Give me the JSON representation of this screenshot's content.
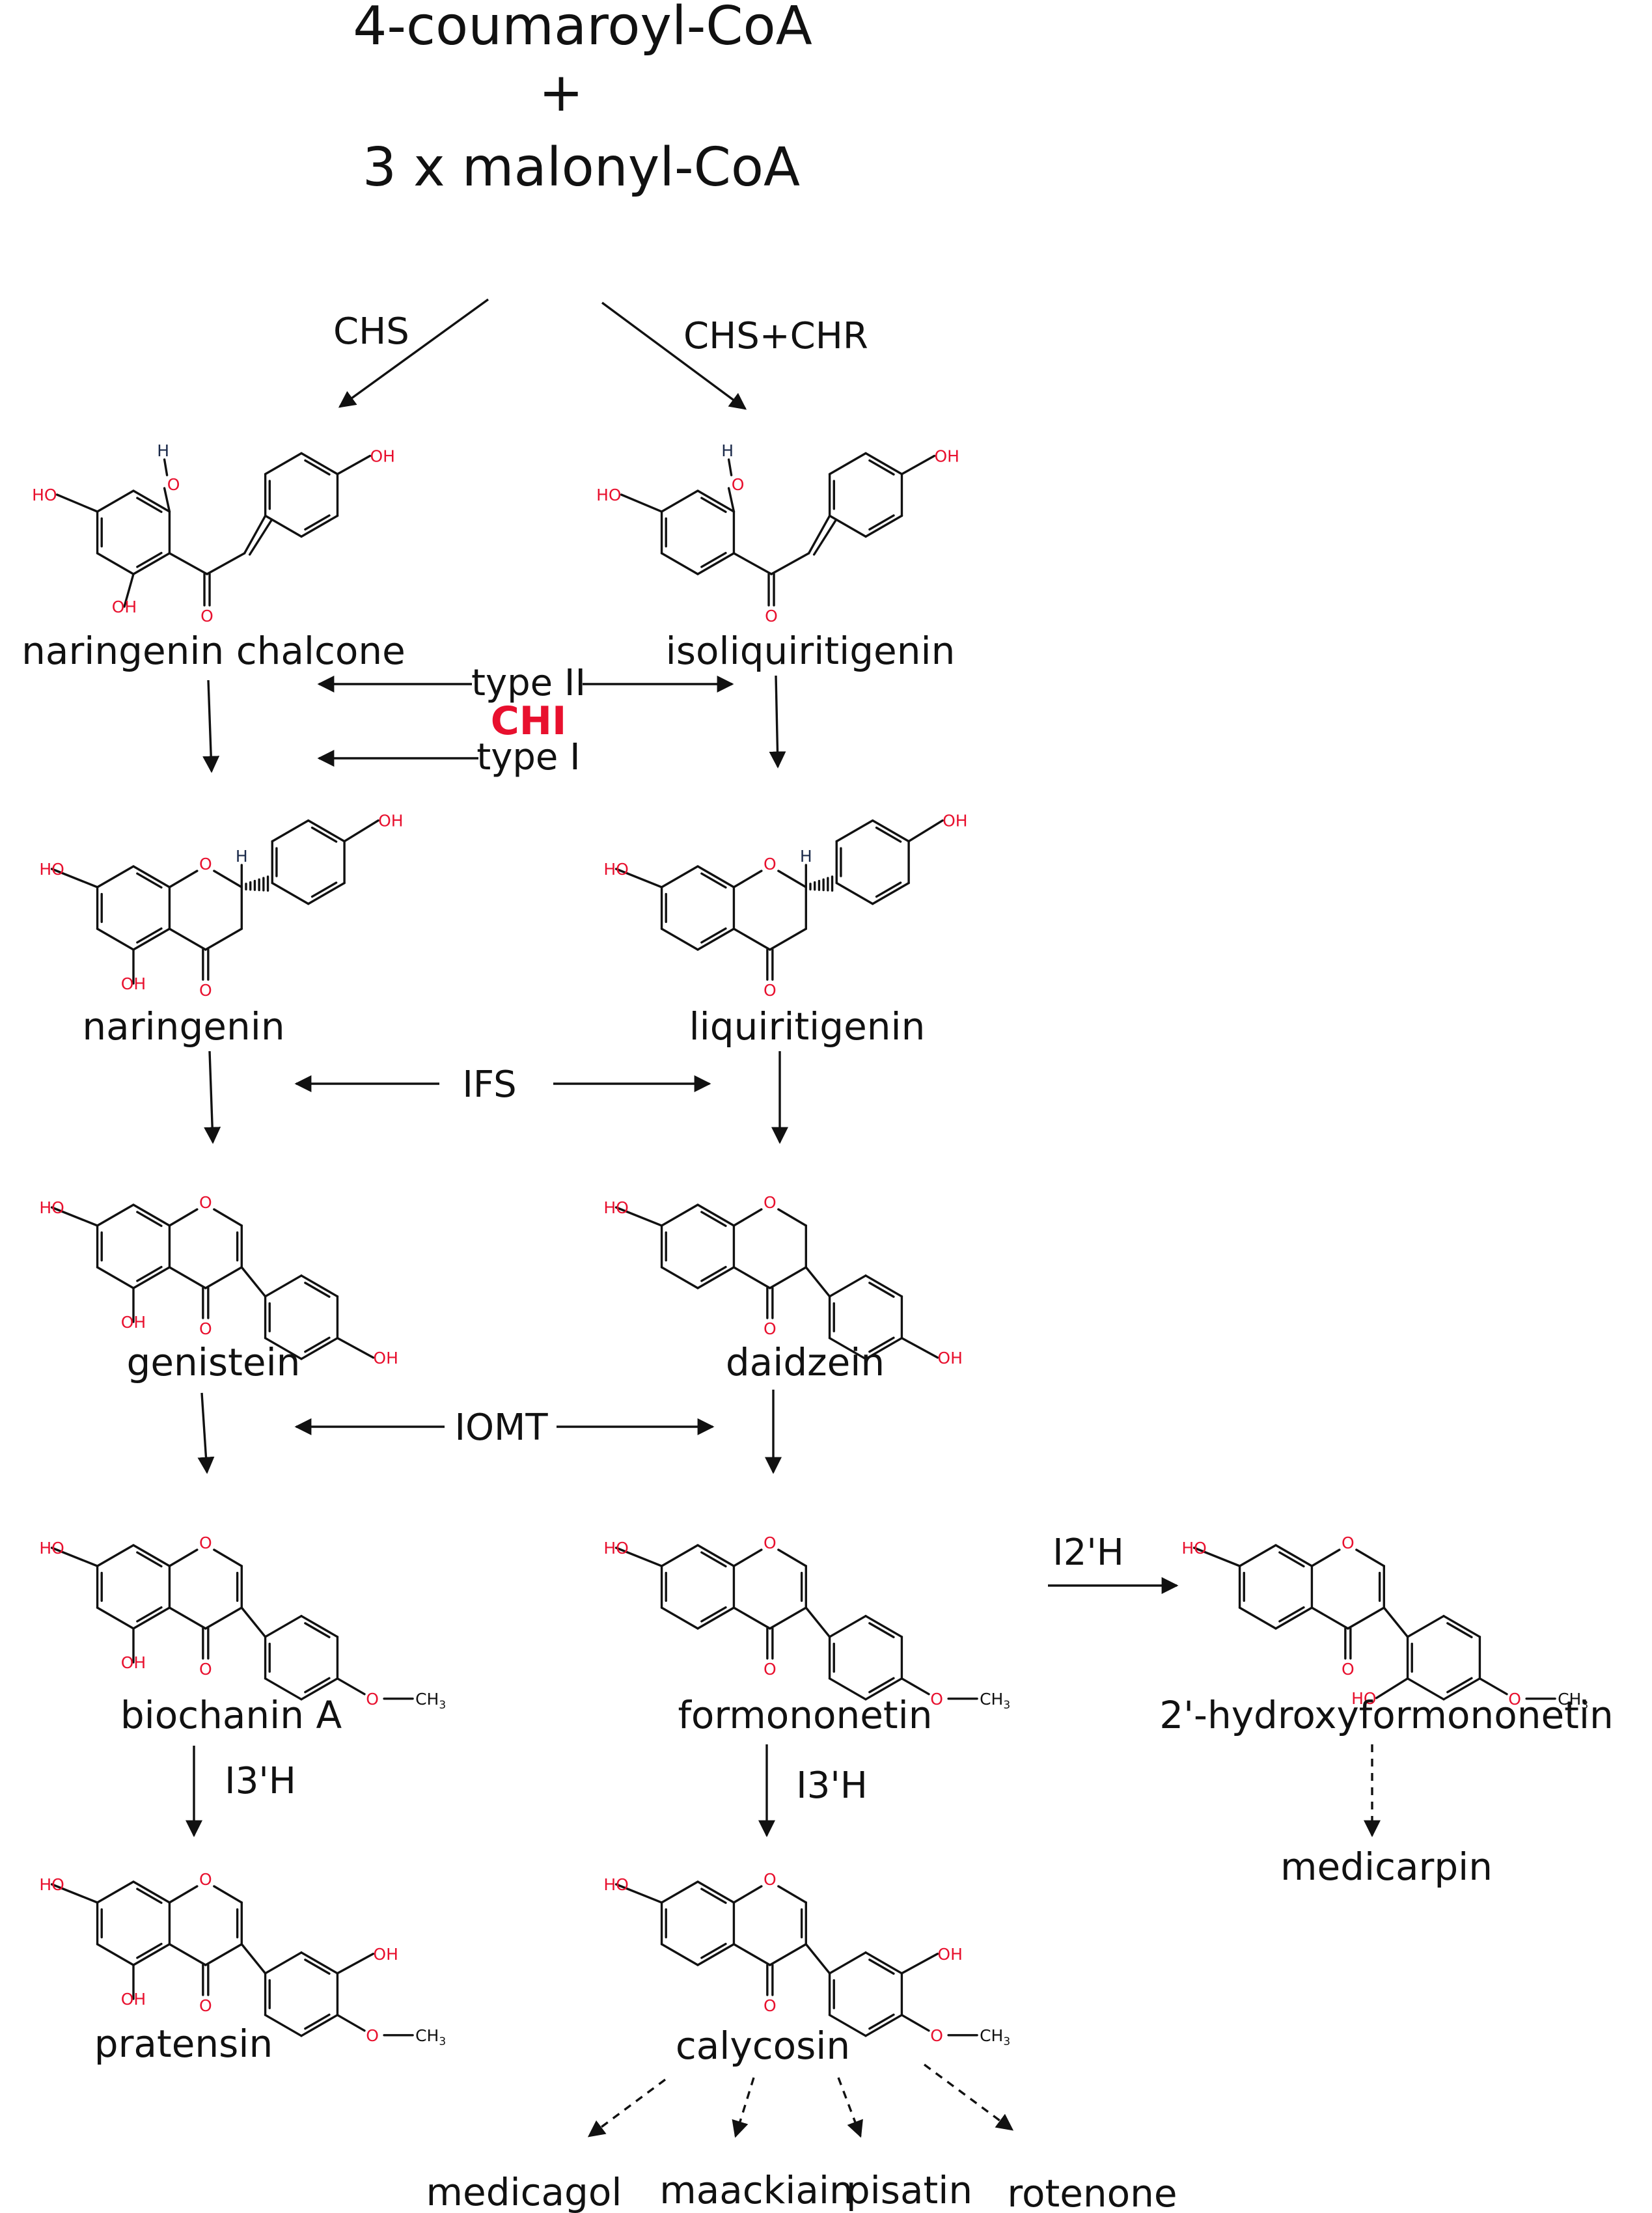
{
  "colors": {
    "heteroatom": "#e8102e",
    "highlight": "#e8102e",
    "ink": "#111111",
    "hydrogen": "#1b2a4a"
  },
  "substrates": {
    "line1": "4-coumaroyl-CoA",
    "plus": "+",
    "line2": "3  x  malonyl-CoA"
  },
  "enzymes": {
    "chs": "CHS",
    "chs_chr": "CHS+CHR",
    "type_ii": "type II",
    "chi": "CHI",
    "type_i": "type I",
    "ifs": "IFS",
    "iomt": "IOMT",
    "i2h": "I2'H",
    "i3h_left": "I3'H",
    "i3h_right": "I3'H"
  },
  "compounds": {
    "naringenin_chalcone": "naringenin chalcone",
    "isoliquiritigenin": "isoliquiritigenin",
    "naringenin": "naringenin",
    "liquiritigenin": "liquiritigenin",
    "genistein": "genistein",
    "daidzein": "daidzein",
    "biochanin_a": "biochanin A",
    "formononetin": "formononetin",
    "hydroxyformononetin": "2'-hydroxyformononetin",
    "medicarpin": "medicarpin",
    "pratensin": "pratensin",
    "calycosin": "calycosin"
  },
  "end_products": {
    "medicagol": "medicagol",
    "maackiain": "maackiain",
    "pisatin": "pisatin",
    "rotenone": "rotenone"
  },
  "atoms": {
    "oh": "OH",
    "ho": "HO",
    "o": "O",
    "h": "H",
    "ch3": "CH",
    "ch3_sub": "3"
  }
}
